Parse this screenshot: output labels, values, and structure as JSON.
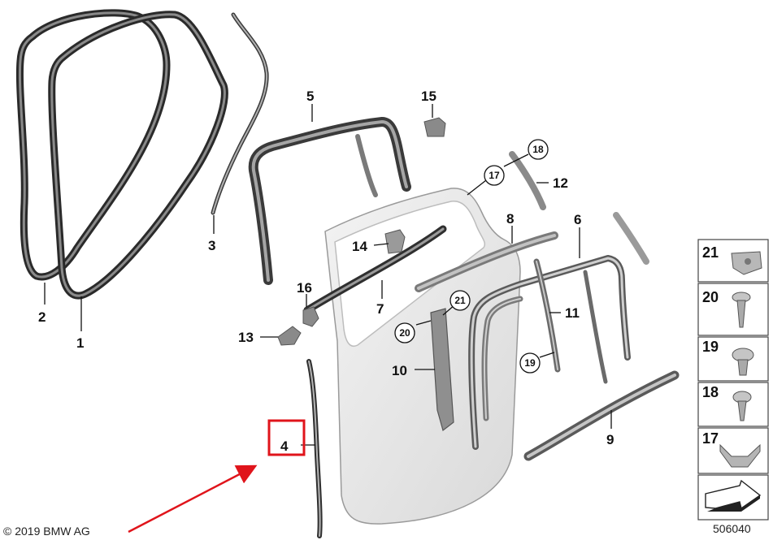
{
  "copyright": "© 2019 BMW AG",
  "diagram_id": "506040",
  "callouts": [
    "1",
    "2",
    "3",
    "4",
    "5",
    "6",
    "7",
    "8",
    "9",
    "10",
    "11",
    "12",
    "13",
    "14",
    "15",
    "16"
  ],
  "circled_callouts": {
    "c17": "17",
    "c18": "18",
    "c19": "19",
    "c20": "20",
    "c21": "21"
  },
  "legend": [
    "21",
    "20",
    "19",
    "18",
    "17"
  ],
  "highlight": {
    "color": "#e0141b",
    "label": "4"
  }
}
